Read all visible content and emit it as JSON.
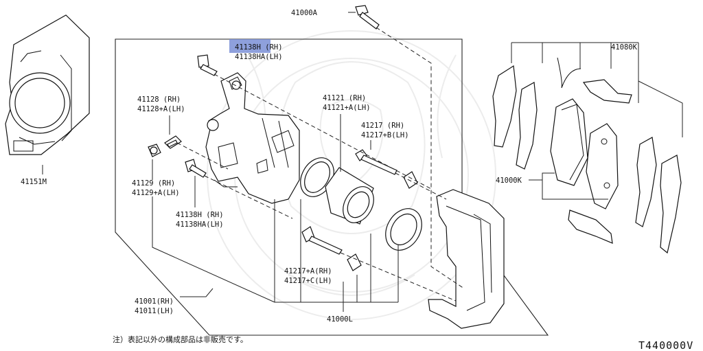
{
  "parts": {
    "p41000A": "41000A",
    "p41138H_top": "41138H (RH)",
    "p41138HA_top": "41138HA(LH)",
    "p41128": "41128  (RH)",
    "p41128A": "41128+A(LH)",
    "p41129": "41129 (RH)",
    "p41129A": "41129+A(LH)",
    "p41138H_mid": "41138H (RH)",
    "p41138HA_mid": "41138HA(LH)",
    "p41121": "41121 (RH)",
    "p41121A": "41121+A(LH)",
    "p41217": "41217 (RH)",
    "p41217B": "41217+B(LH)",
    "p41217A": "41217+A(RH)",
    "p41217C": "41217+C(LH)",
    "p41001": "41001(RH)",
    "p41011": "41011(LH)",
    "p41000L": "41000L",
    "p41151M": "41151M",
    "p41080K": "41080K",
    "p41000K": "41000K"
  },
  "footer": {
    "note": "注）表記以外の構成部品は非販売です。",
    "diagram_code": "T440000V"
  },
  "highlight": {
    "color": "#7a8fd6",
    "target": "41138H"
  }
}
